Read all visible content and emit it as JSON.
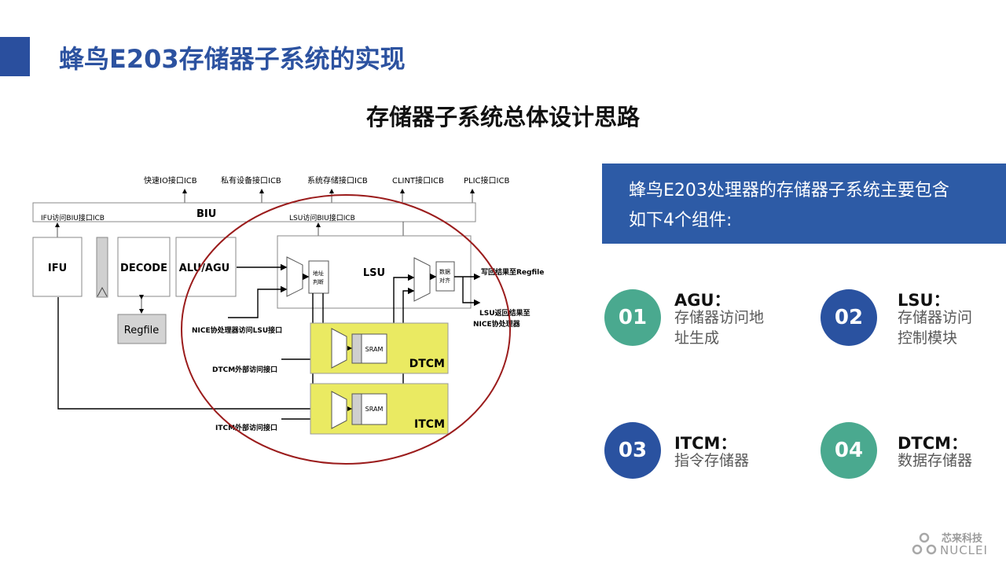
{
  "slide": {
    "title": "蜂鸟E203存储器子系统的实现",
    "subtitle": "存储器子系统总体设计思路"
  },
  "diagram": {
    "top_interfaces": [
      "快速IO接口ICB",
      "私有设备接口ICB",
      "系统存储接口ICB",
      "CLINT接口ICB",
      "PLIC接口ICB"
    ],
    "biu": "BIU",
    "ifu_biu": "IFU访问BIU接口ICB",
    "lsu_biu": "LSU访问BIU接口ICB",
    "ifu": "IFU",
    "decode": "DECODE",
    "alu_agu": "ALU/AGU",
    "regfile": "Regfile",
    "lsu": "LSU",
    "addr_judge": [
      "地址",
      "判断"
    ],
    "data_align": [
      "数据",
      "对齐"
    ],
    "writeback": "写回结果至Regfile",
    "lsu_return": [
      "LSU返回结果至",
      "NICE协处理器"
    ],
    "nice_if": "NICE协处理器访问LSU接口",
    "dtcm_ext": "DTCM外部访问接口",
    "itcm_ext": "ITCM外部访问接口",
    "sram": "SRAM",
    "dtcm": "DTCM",
    "itcm": "ITCM"
  },
  "panel": {
    "lines": [
      "蜂鸟E203处理器的存储器子系统主要包含",
      "如下4个组件:"
    ]
  },
  "components": [
    {
      "num": "01",
      "name": "AGU",
      "desc": [
        "存储器访问地",
        "址生成"
      ],
      "color": "#4aa98f"
    },
    {
      "num": "02",
      "name": "LSU",
      "desc": [
        "存储器访问",
        "控制模块"
      ],
      "color": "#2a52a0"
    },
    {
      "num": "03",
      "name": "ITCM",
      "desc": [
        "指令存储器"
      ],
      "color": "#2a52a0"
    },
    {
      "num": "04",
      "name": "DTCM",
      "desc": [
        "数据存储器"
      ],
      "color": "#4aa98f"
    }
  ],
  "colon": "：",
  "logo": {
    "cn": "芯来科技",
    "en": "NUCLEI"
  }
}
